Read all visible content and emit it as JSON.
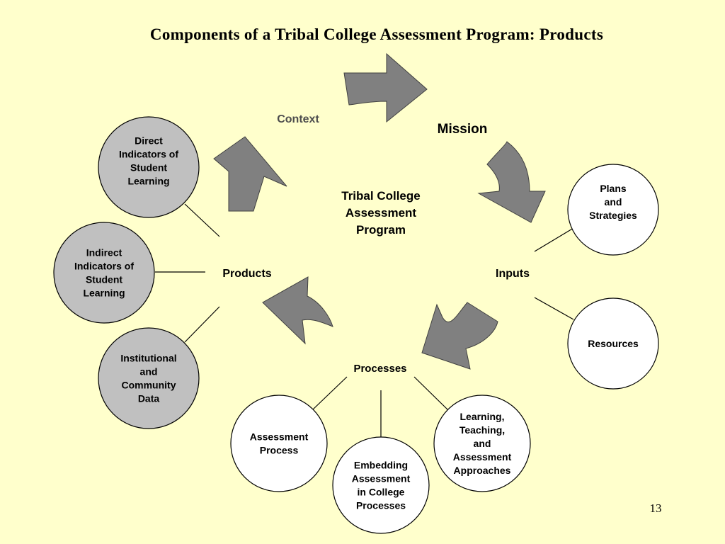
{
  "title": "Components of a Tribal College Assessment Program: Products",
  "center_label": [
    "Tribal College",
    "Assessment",
    "Program"
  ],
  "labels": {
    "context": "Context",
    "mission": "Mission",
    "inputs": "Inputs",
    "processes": "Processes",
    "products": "Products"
  },
  "colors": {
    "background": "#ffffcc",
    "arrow_fill": "#808080",
    "highlighted_circle": "#c0c0c0",
    "plain_circle": "#ffffff",
    "context_text": "#4d4d4d"
  },
  "highlighted_circles": [
    {
      "name": "circle-direct-indicators",
      "lines": [
        "Direct",
        "Indicators of",
        "Student",
        "Learning"
      ]
    },
    {
      "name": "circle-indirect-indicators",
      "lines": [
        "Indirect",
        "Indicators of",
        "Student",
        "Learning"
      ]
    },
    {
      "name": "circle-institutional-data",
      "lines": [
        "Institutional",
        "and",
        "Community",
        "Data"
      ]
    }
  ],
  "plain_circles": [
    {
      "name": "circle-plans-strategies",
      "lines": [
        "Plans",
        "and",
        "Strategies"
      ]
    },
    {
      "name": "circle-resources",
      "lines": [
        "Resources"
      ]
    },
    {
      "name": "circle-assessment-process",
      "lines": [
        "Assessment",
        "Process"
      ]
    },
    {
      "name": "circle-embedding-assessment",
      "lines": [
        "Embedding",
        "Assessment",
        "in College",
        "Processes"
      ]
    },
    {
      "name": "circle-learning-teaching",
      "lines": [
        "Learning,",
        "Teaching,",
        "and",
        "Assessment",
        "Approaches"
      ]
    }
  ],
  "slide_number": "13"
}
